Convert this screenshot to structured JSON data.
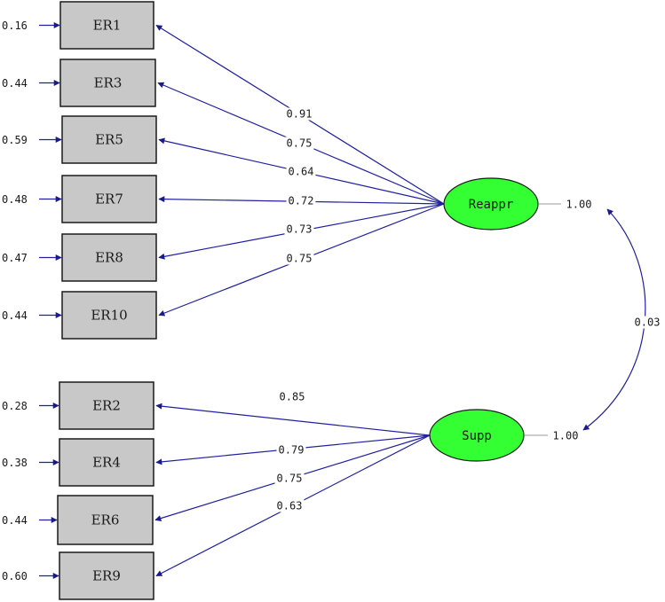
{
  "latents": [
    {
      "id": "reappr",
      "label": "Reappr",
      "variance": "1.00"
    },
    {
      "id": "supp",
      "label": "Supp",
      "variance": "1.00"
    }
  ],
  "covariance": {
    "from": "reappr",
    "to": "supp",
    "value": "0.03"
  },
  "indicators": [
    {
      "label": "ER1",
      "latent": "reappr",
      "loading": "0.91",
      "error": "0.16"
    },
    {
      "label": "ER3",
      "latent": "reappr",
      "loading": "0.75",
      "error": "0.44"
    },
    {
      "label": "ER5",
      "latent": "reappr",
      "loading": "0.64",
      "error": "0.59"
    },
    {
      "label": "ER7",
      "latent": "reappr",
      "loading": "0.72",
      "error": "0.48"
    },
    {
      "label": "ER8",
      "latent": "reappr",
      "loading": "0.73",
      "error": "0.47"
    },
    {
      "label": "ER10",
      "latent": "reappr",
      "loading": "0.75",
      "error": "0.44"
    },
    {
      "label": "ER2",
      "latent": "supp",
      "loading": "0.85",
      "error": "0.28"
    },
    {
      "label": "ER4",
      "latent": "supp",
      "loading": "0.79",
      "error": "0.38"
    },
    {
      "label": "ER6",
      "latent": "supp",
      "loading": "0.75",
      "error": "0.44"
    },
    {
      "label": "ER9",
      "latent": "supp",
      "loading": "0.63",
      "error": "0.60"
    }
  ],
  "colors": {
    "latent_fill": "#33ff33",
    "indicator_fill": "#c8c8c8",
    "path": "#2020a0",
    "outline": "#1a1a1a"
  }
}
